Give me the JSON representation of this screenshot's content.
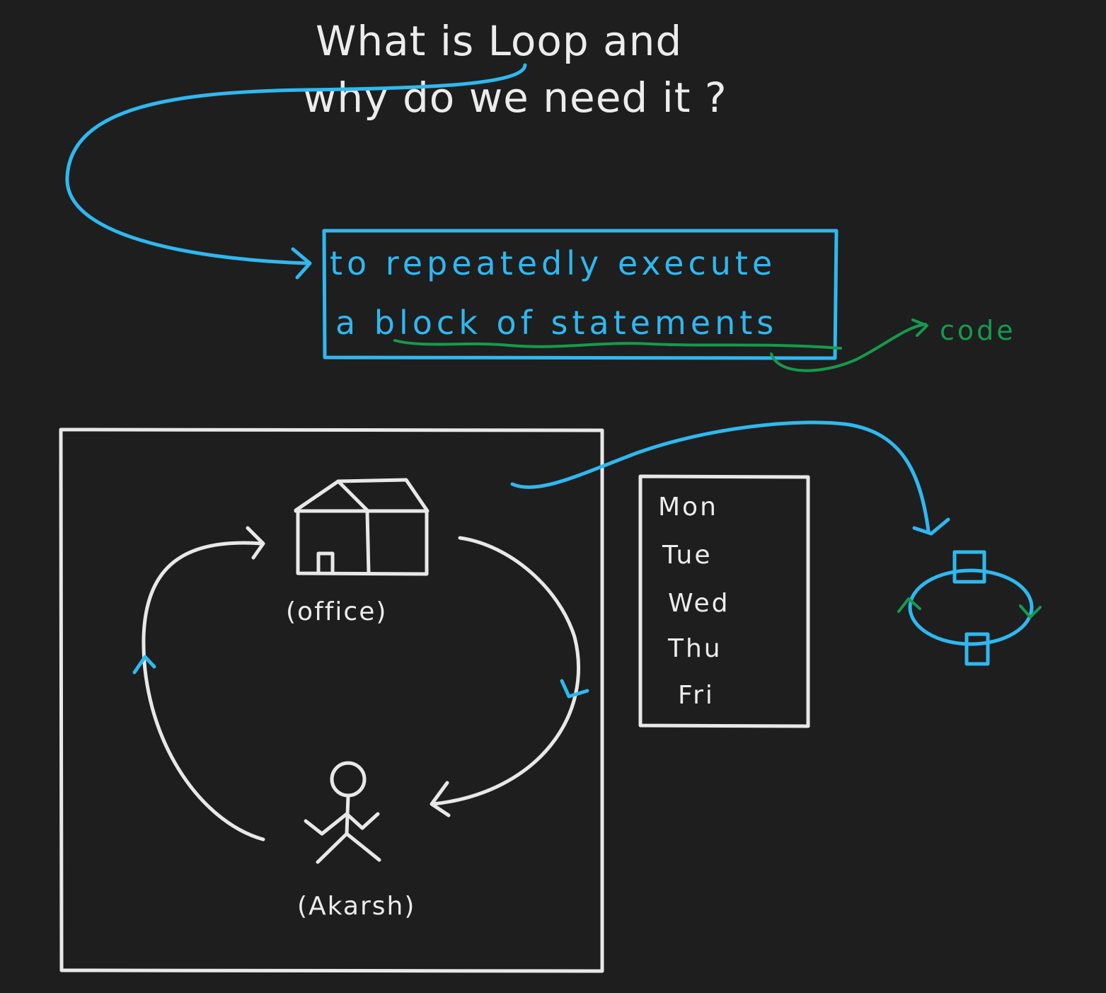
{
  "title": {
    "line1": "What is Loop and",
    "line2": "why do we need it ?"
  },
  "definition": {
    "line1": "to repeatedly execute",
    "line2": "a block of statements"
  },
  "annotation": {
    "code_label": "code"
  },
  "diagram": {
    "office_label": "(office)",
    "person_label": "(Akarsh)"
  },
  "days": [
    "Mon",
    "Tue",
    "Wed",
    "Thu",
    "Fri"
  ],
  "colors": {
    "background": "#1e1e1e",
    "white": "#e8e8e8",
    "blue": "#2fb8f0",
    "green": "#159a4d"
  }
}
